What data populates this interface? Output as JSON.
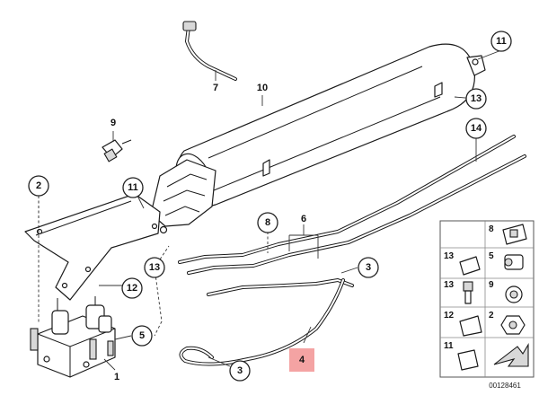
{
  "diagram": {
    "callouts": {
      "c1": "1",
      "c2": "2",
      "c3a": "3",
      "c3b": "3",
      "c4": "4",
      "c5": "5",
      "c6": "6",
      "c7": "7",
      "c8": "8",
      "c9": "9",
      "c10": "10",
      "c11a": "11",
      "c11b": "11",
      "c12": "12",
      "c13a": "13",
      "c13b": "13",
      "c14": "14"
    },
    "highlight_color": "#f4a3a3",
    "inset_panel": {
      "cells": [
        "8",
        "13",
        "5",
        "13",
        "9",
        "12",
        "2",
        "11"
      ]
    },
    "reference_code": "00128461"
  }
}
